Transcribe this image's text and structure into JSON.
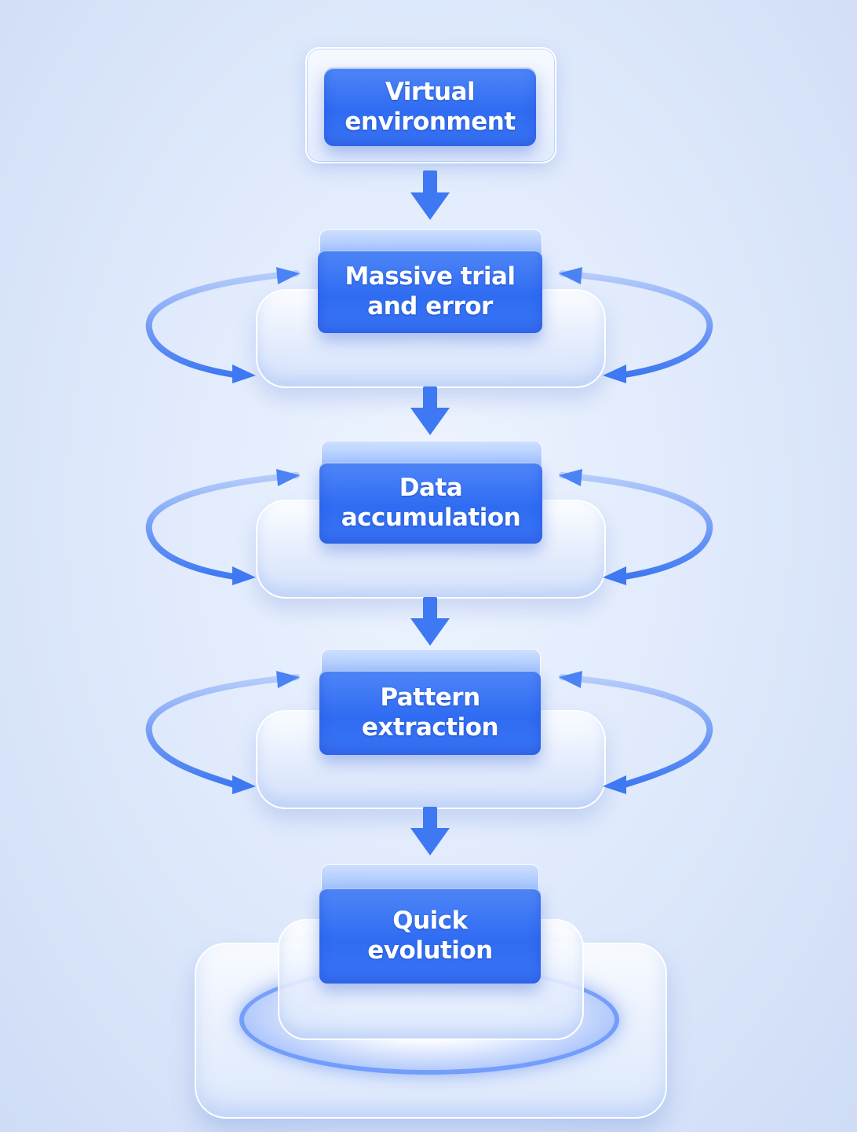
{
  "diagram": {
    "steps": [
      {
        "id": "virtual-environment",
        "label": "Virtual\nenvironment"
      },
      {
        "id": "massive-trial-and-error",
        "label": "Massive trial\nand error"
      },
      {
        "id": "data-accumulation",
        "label": "Data\naccumulation"
      },
      {
        "id": "pattern-extraction",
        "label": "Pattern\nextraction"
      },
      {
        "id": "quick-evolution",
        "label": "Quick\nevolution"
      }
    ]
  },
  "colors": {
    "block_blue": "#3a74f4",
    "arrow_blue": "#3e78f2",
    "background": "#dde8fb"
  }
}
